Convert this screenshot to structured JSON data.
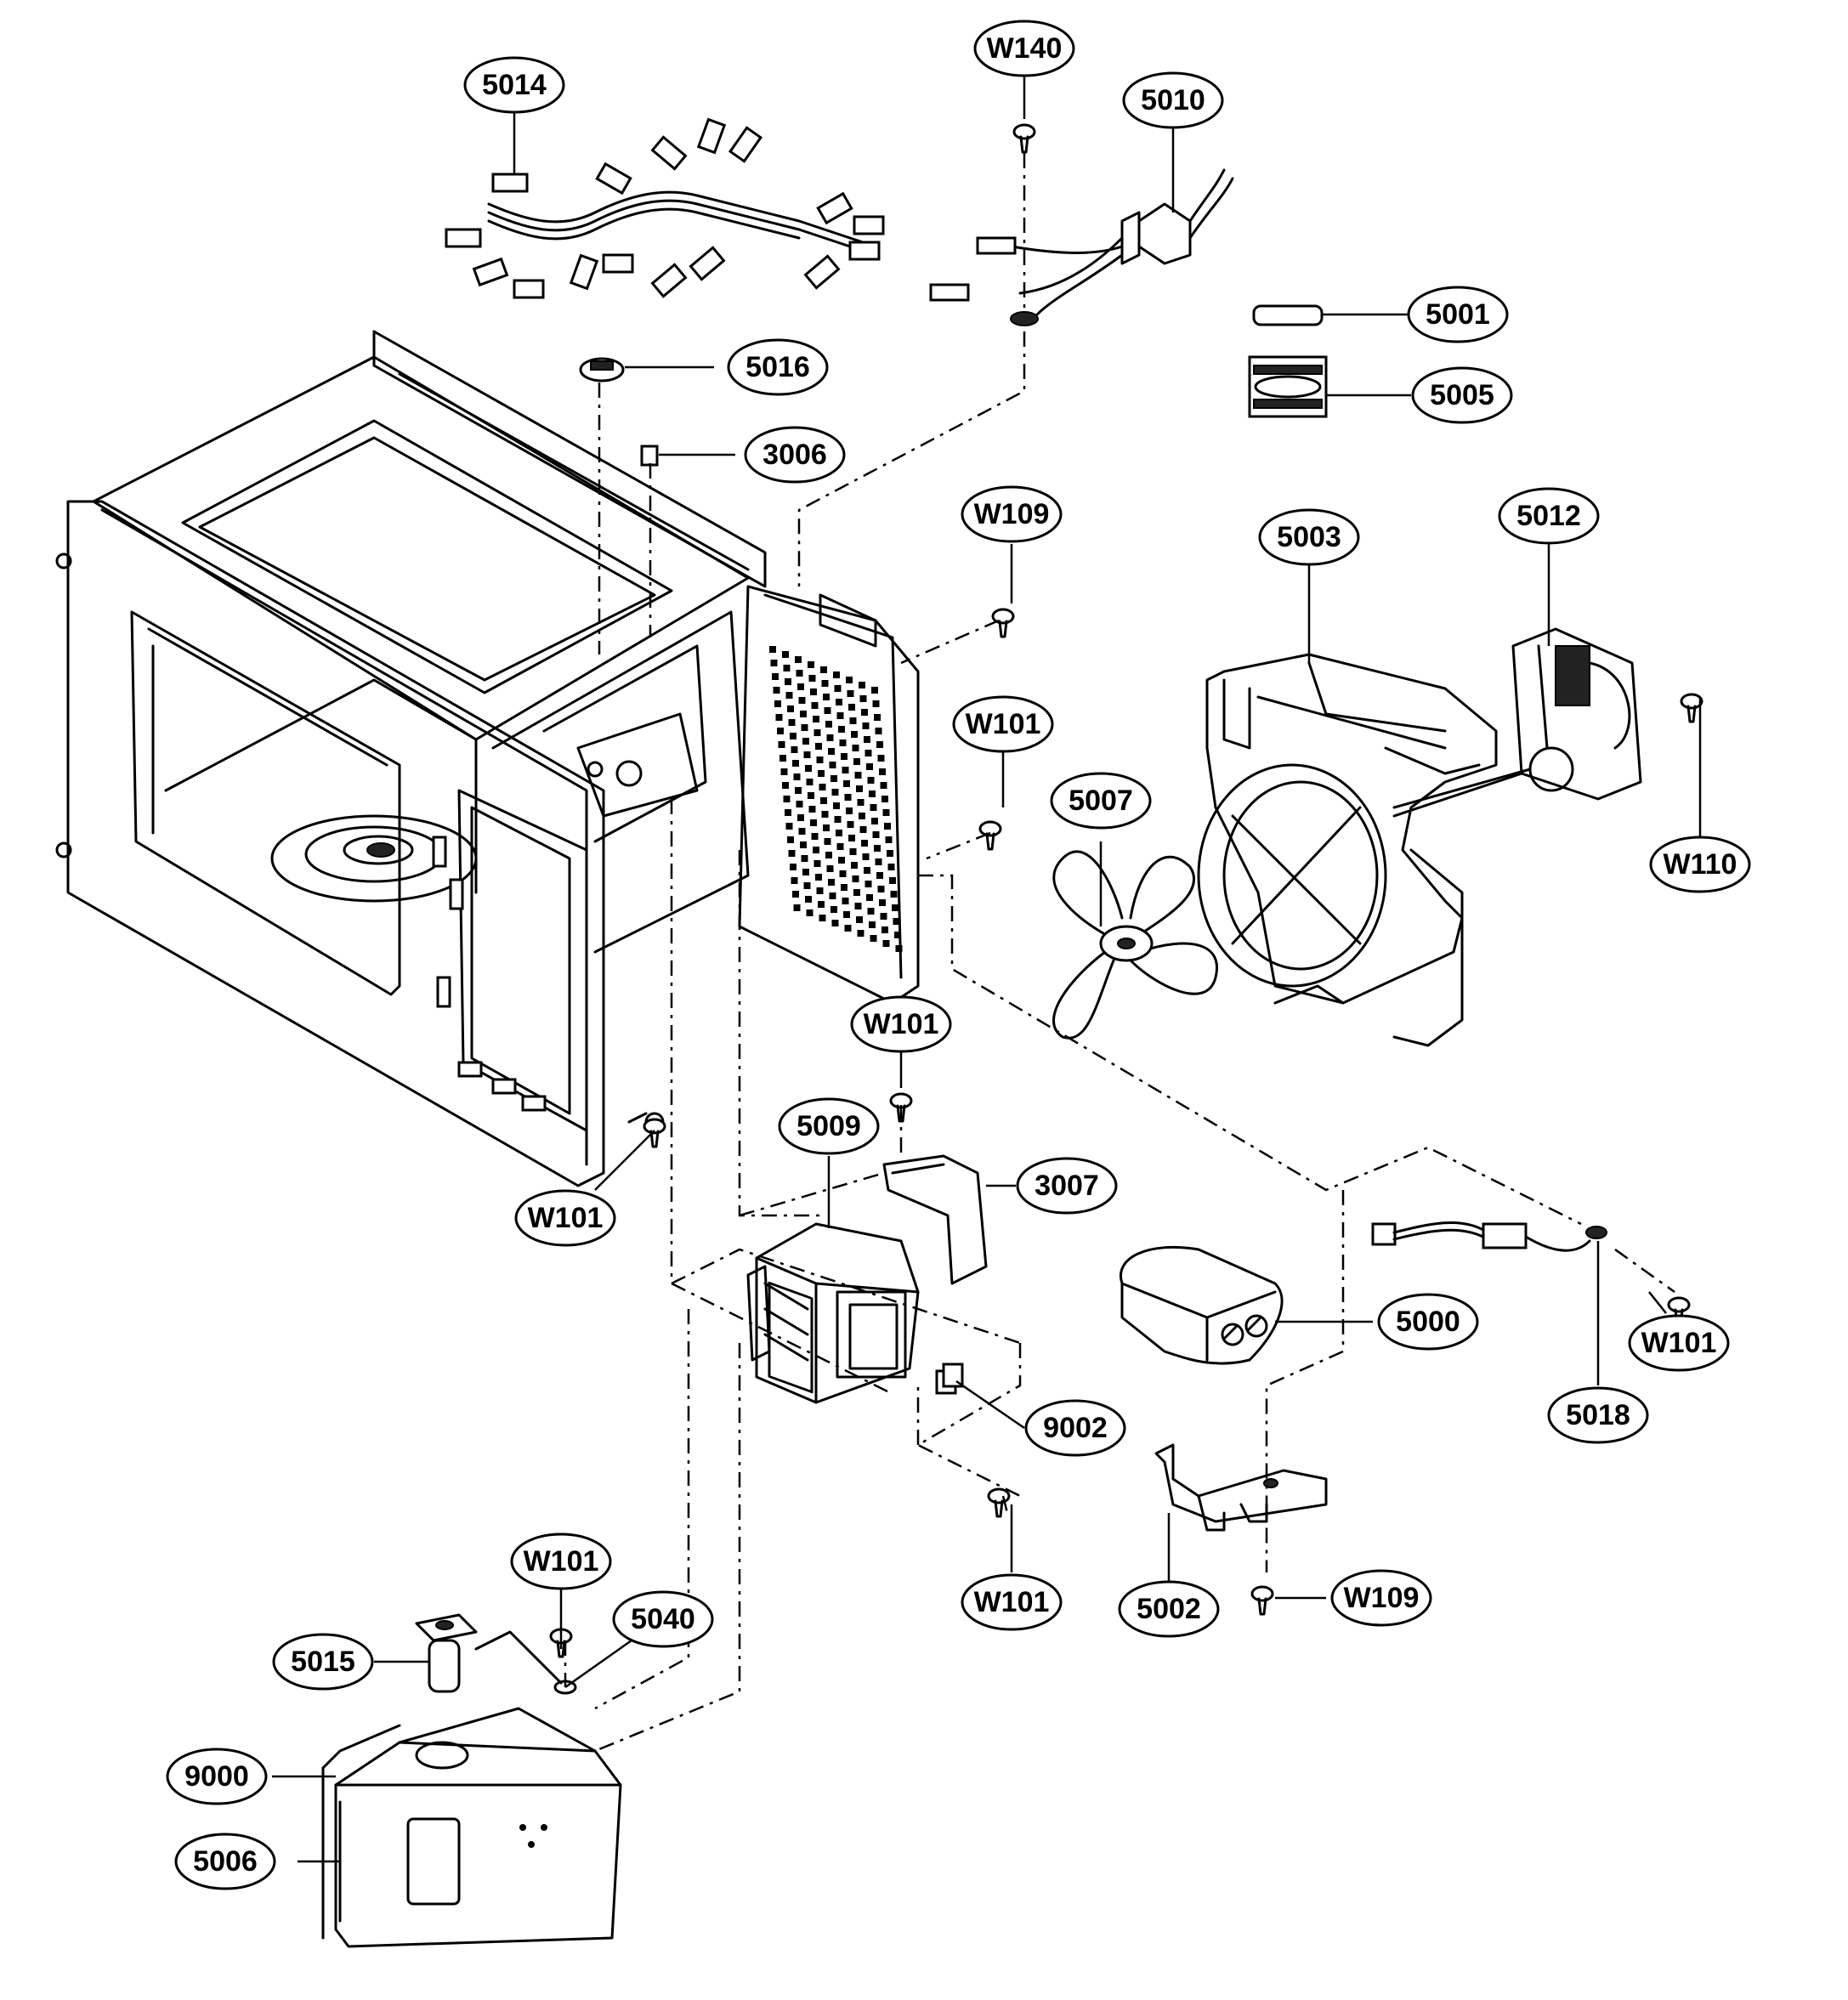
{
  "callouts": [
    {
      "id": "c-5014",
      "label": "5014",
      "part": "wire-harness"
    },
    {
      "id": "c-w140",
      "label": "W140",
      "part": "screw"
    },
    {
      "id": "c-5010",
      "label": "5010",
      "part": "power-cord"
    },
    {
      "id": "c-5001",
      "label": "5001",
      "part": "fuse"
    },
    {
      "id": "c-5005",
      "label": "5005",
      "part": "fuse-holder"
    },
    {
      "id": "c-5016",
      "label": "5016",
      "part": "thermostat"
    },
    {
      "id": "c-3006",
      "label": "3006",
      "part": "clip"
    },
    {
      "id": "c-w109a",
      "label": "W109",
      "part": "screw"
    },
    {
      "id": "c-5003",
      "label": "5003",
      "part": "fan-bracket"
    },
    {
      "id": "c-5012",
      "label": "5012",
      "part": "fan-motor"
    },
    {
      "id": "c-w101a",
      "label": "W101",
      "part": "screw"
    },
    {
      "id": "c-5007",
      "label": "5007",
      "part": "fan-blade"
    },
    {
      "id": "c-w110",
      "label": "W110",
      "part": "screw"
    },
    {
      "id": "c-w101b",
      "label": "W101",
      "part": "screw"
    },
    {
      "id": "c-5009",
      "label": "5009",
      "part": "magnetron"
    },
    {
      "id": "c-3007",
      "label": "3007",
      "part": "bracket"
    },
    {
      "id": "c-w101c",
      "label": "W101",
      "part": "screw"
    },
    {
      "id": "c-5000",
      "label": "5000",
      "part": "capacitor"
    },
    {
      "id": "c-w101d",
      "label": "W101",
      "part": "screw"
    },
    {
      "id": "c-9002",
      "label": "9002",
      "part": "thermal-cutout"
    },
    {
      "id": "c-5018",
      "label": "5018",
      "part": "diode"
    },
    {
      "id": "c-w101e",
      "label": "W101",
      "part": "screw"
    },
    {
      "id": "c-5002",
      "label": "5002",
      "part": "capacitor-bracket"
    },
    {
      "id": "c-w109b",
      "label": "W109",
      "part": "screw"
    },
    {
      "id": "c-w101f",
      "label": "W101",
      "part": "screw"
    },
    {
      "id": "c-5040",
      "label": "5040",
      "part": "ground-wire"
    },
    {
      "id": "c-5015",
      "label": "5015",
      "part": "lamp-socket"
    },
    {
      "id": "c-9000",
      "label": "9000",
      "part": "transformer-bracket"
    },
    {
      "id": "c-5006",
      "label": "5006",
      "part": "transformer"
    }
  ],
  "colors": {
    "ink": "#000000",
    "paper": "#ffffff"
  }
}
